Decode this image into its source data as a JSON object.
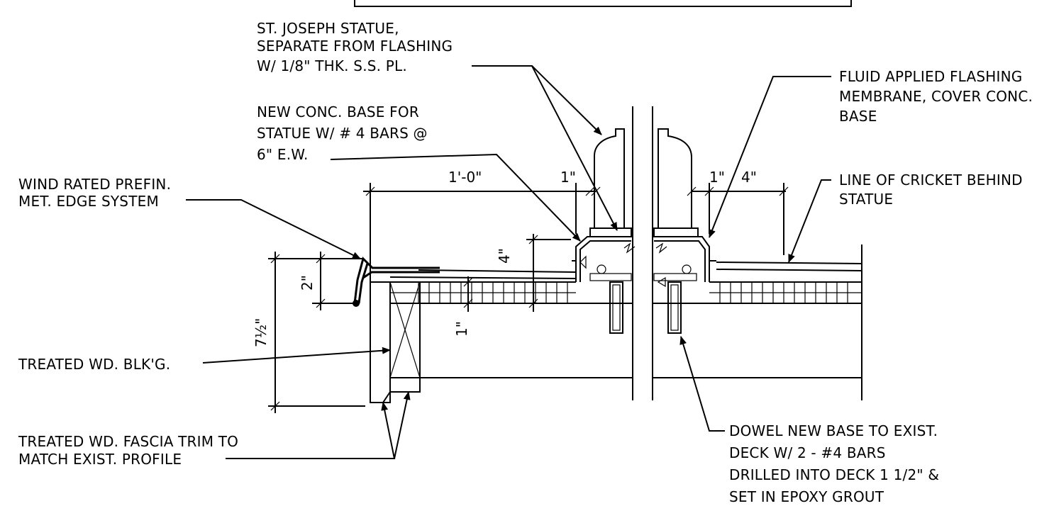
{
  "notes": {
    "statue": [
      "ST. JOSEPH STATUE,",
      "SEPARATE FROM FLASHING",
      "W/ 1/8\" THK. S.S. PL."
    ],
    "conc_base": [
      "NEW CONC. BASE FOR",
      "STATUE W/ # 4 BARS @",
      "6\" E.W."
    ],
    "edge_system": [
      "WIND RATED PREFIN.",
      "MET. EDGE SYSTEM"
    ],
    "blocking": [
      "TREATED WD. BLK'G."
    ],
    "fascia": [
      "TREATED WD. FASCIA TRIM TO",
      "MATCH EXIST. PROFILE"
    ],
    "flashing": [
      "FLUID APPLIED FLASHING",
      "MEMBRANE, COVER CONC.",
      "BASE"
    ],
    "cricket": [
      "LINE OF CRICKET BEHIND",
      "STATUE"
    ],
    "dowel": [
      "DOWEL NEW BASE TO EXIST.",
      "DECK W/ 2 - #4 BARS",
      "DRILLED INTO DECK 1 1/2\" &",
      "SET IN EPOXY GROUT"
    ]
  },
  "dimensions": {
    "width_base": "1'-0\"",
    "gap_left": "1\"",
    "gap_right": "1\"",
    "right_ext": "4\"",
    "curb_height": "4\"",
    "edge_height": "2\"",
    "fascia_height": "7½\"",
    "insulation": "1\""
  }
}
